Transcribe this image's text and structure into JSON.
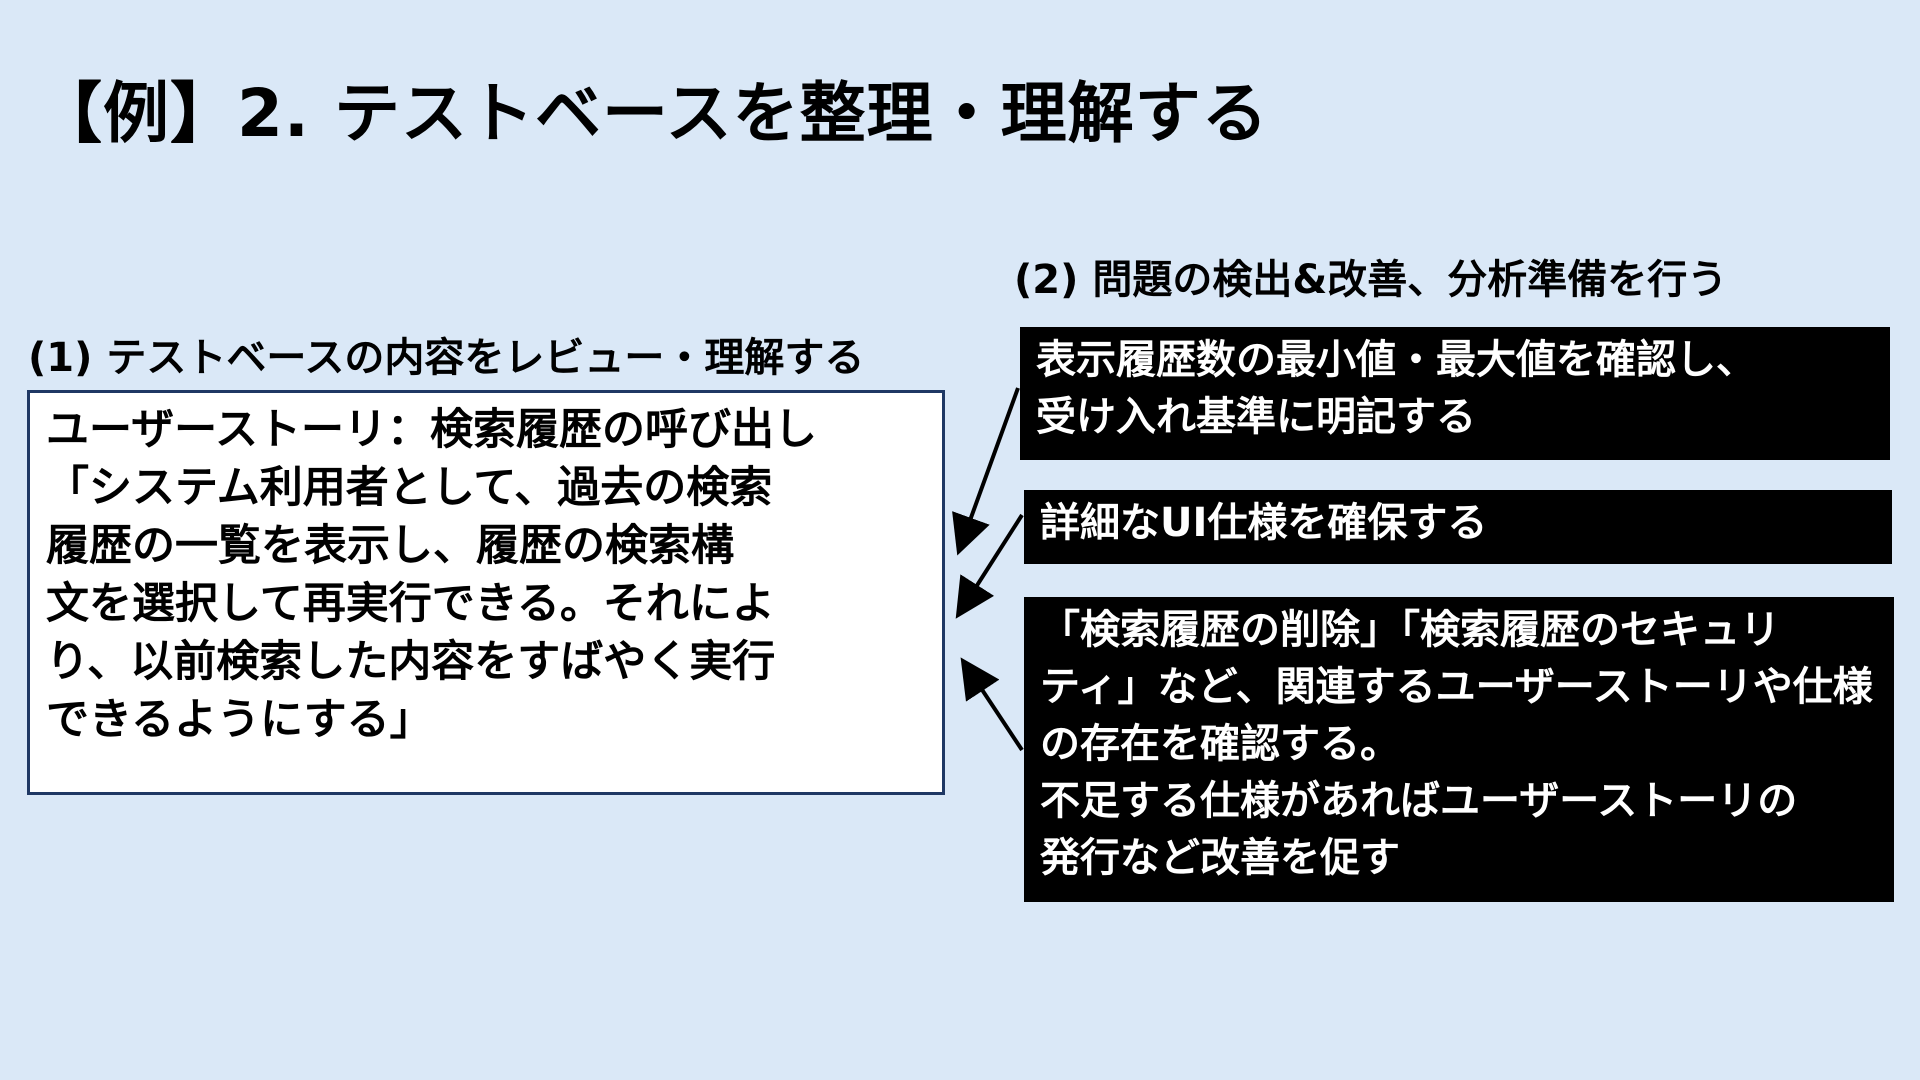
{
  "slide": {
    "title": "【例】2. テストベースを整理・理解する",
    "section1": {
      "heading": "(1) テストベースの内容をレビュー・理解する",
      "story_lines": [
        "ユーザーストーリ：検索履歴の呼び出し",
        "「システム利用者として、過去の検索",
        "履歴の一覧を表示し、履歴の検索構",
        "文を選択して再実行できる。それによ",
        "り、以前検索した内容をすばやく実行",
        "できるようにする」"
      ]
    },
    "section2": {
      "heading": "(2) 問題の検出&改善、分析準備を行う",
      "notes": [
        {
          "lines": [
            "表示履歴数の最小値・最大値を確認し、",
            "受け入れ基準に明記する"
          ]
        },
        {
          "lines": [
            "詳細なUI仕様を確保する"
          ]
        },
        {
          "lines": [
            "「検索履歴の削除」「検索履歴のセキュリ",
            "ティ」など、関連するユーザーストーリや仕様",
            "の存在を確認する。",
            "不足する仕様があればユーザーストーリの",
            "発行など改善を促す"
          ]
        }
      ]
    }
  }
}
